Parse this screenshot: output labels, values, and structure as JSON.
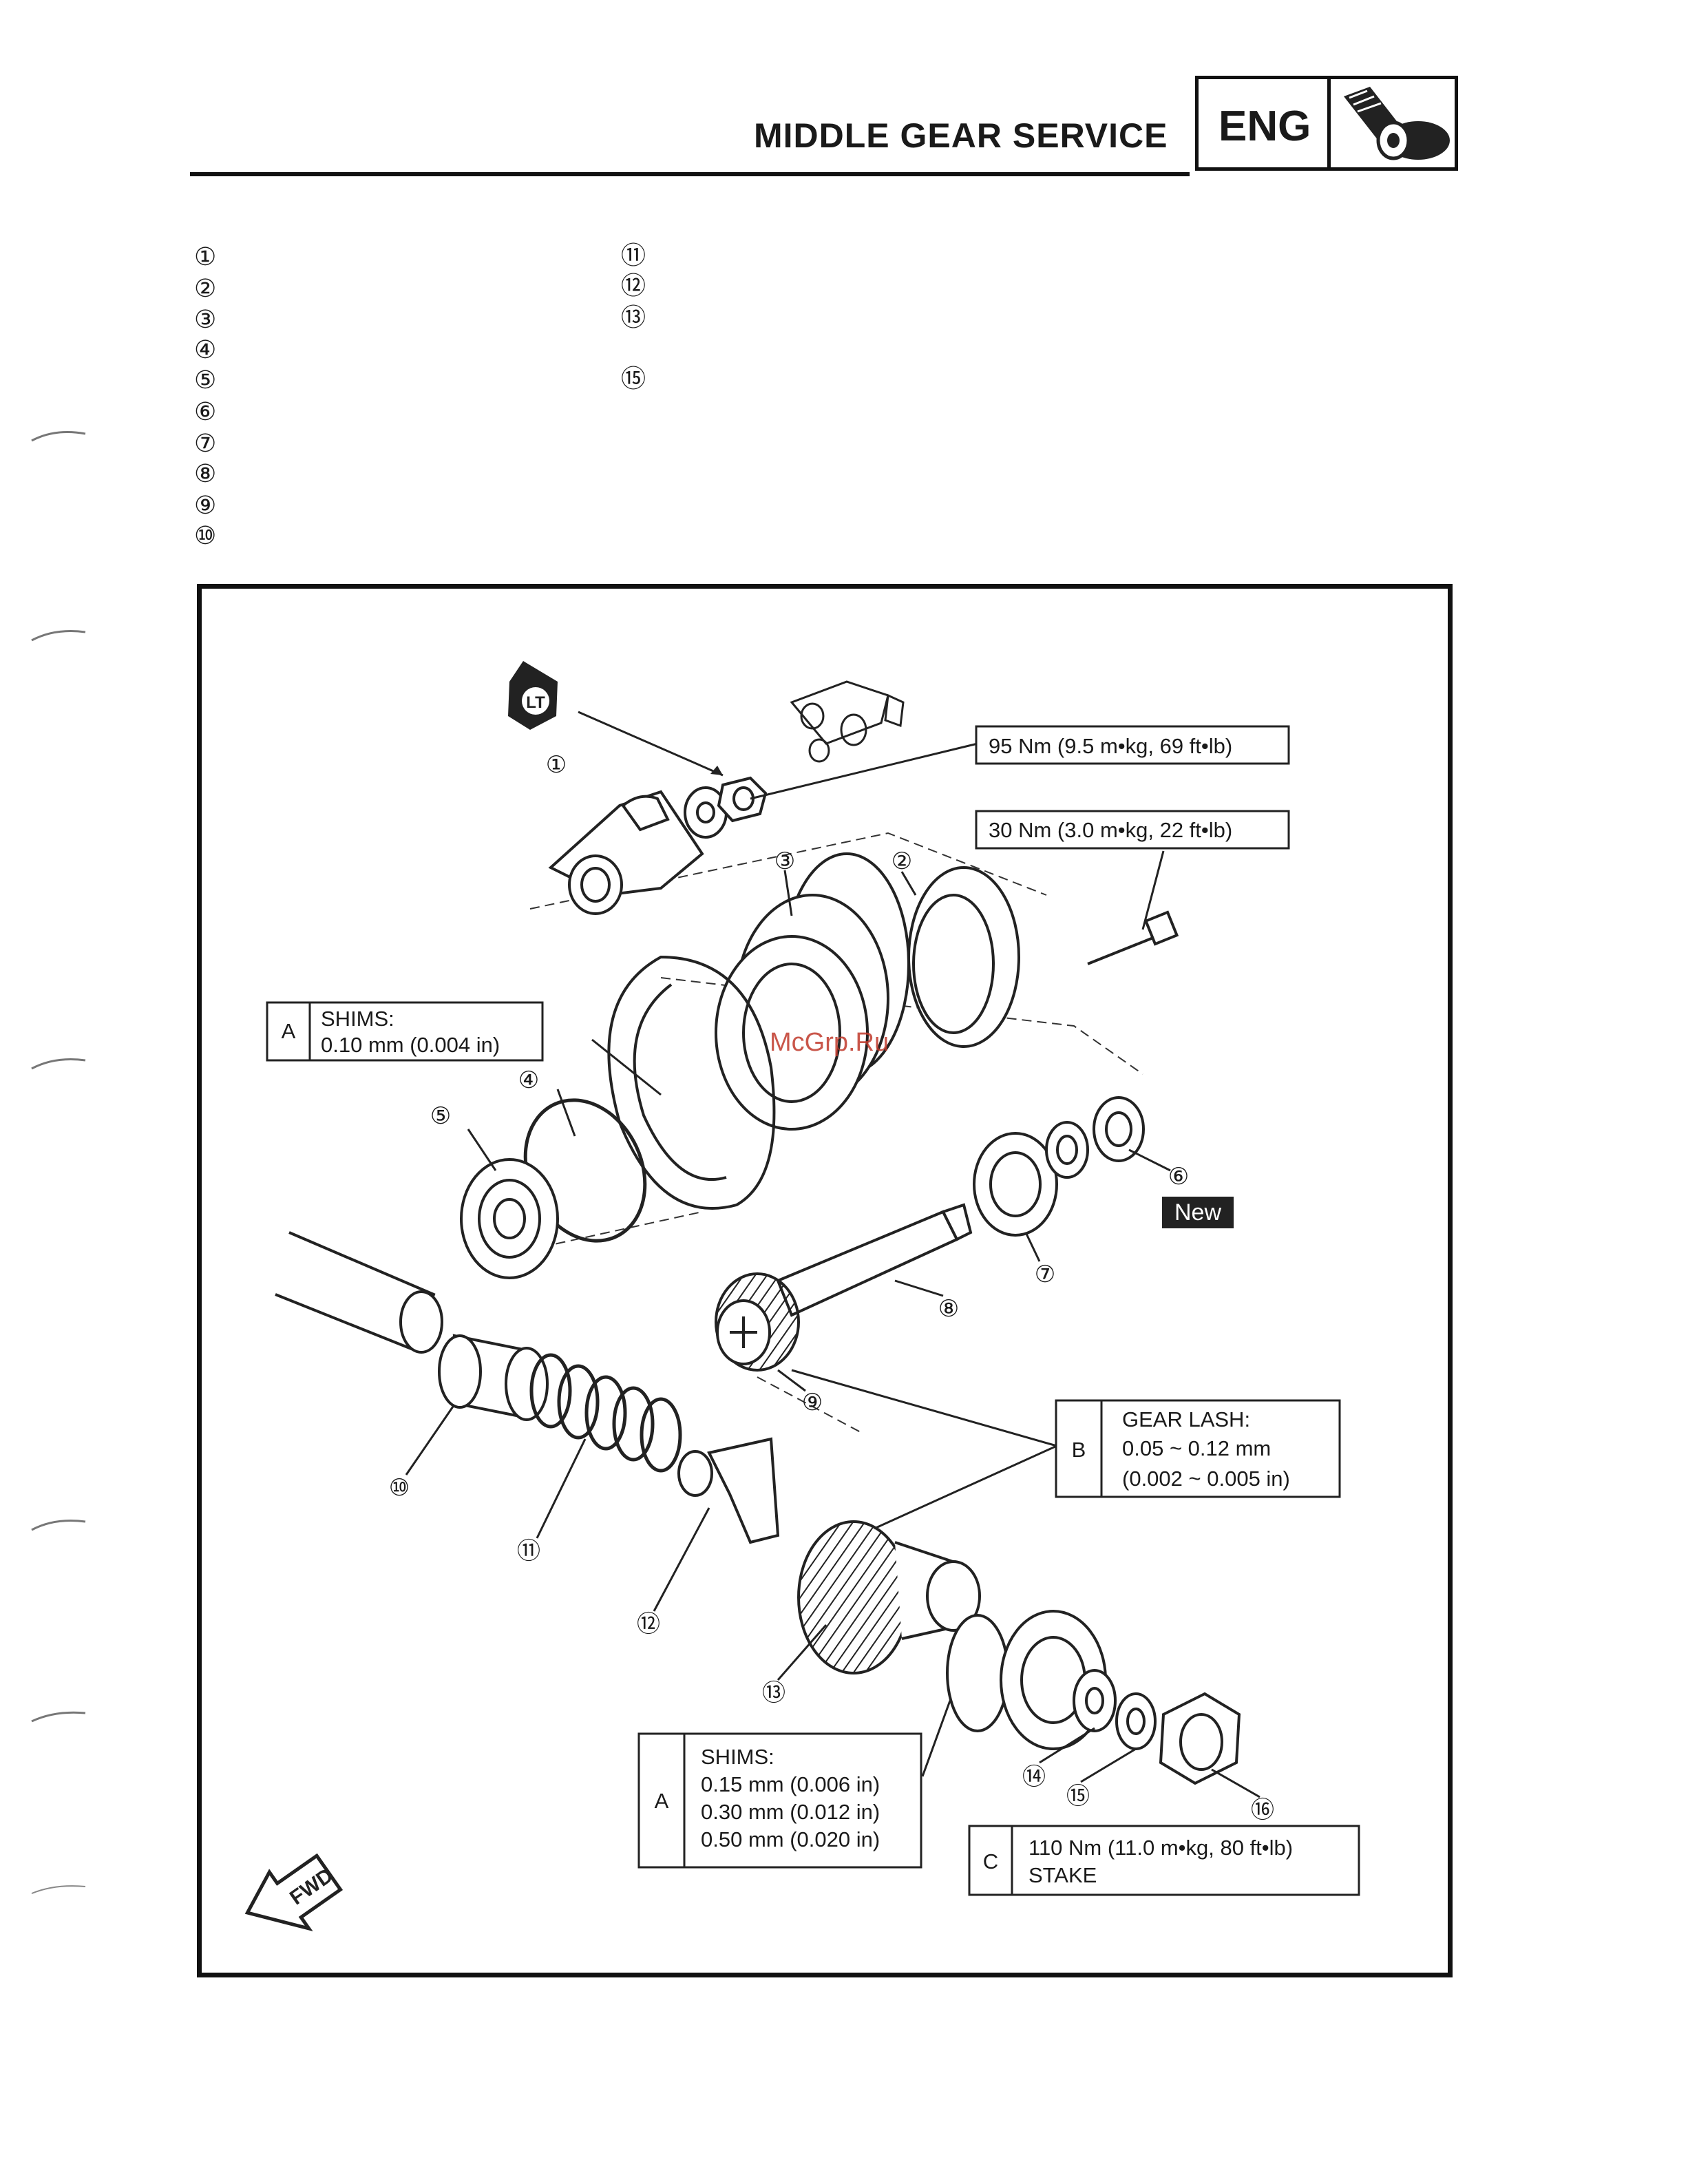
{
  "header": {
    "title": "MIDDLE GEAR SERVICE",
    "badge": "ENG",
    "badge_icon": "drive-shaft-icon"
  },
  "legend": {
    "left": [
      "①",
      "②",
      "③",
      "④",
      "⑤",
      "⑥",
      "⑦",
      "⑧",
      "⑨",
      "⑩"
    ],
    "right": [
      "⑪",
      "⑫",
      "⑬",
      "⑮"
    ]
  },
  "diagram": {
    "lt_badge": "LT",
    "torque_95": "95 Nm (9.5 m•kg, 69 ft•lb)",
    "torque_30": "30 Nm (3.0 m•kg, 22 ft•lb)",
    "shims_a_letter": "A",
    "shims_a_title": "SHIMS:",
    "shims_a_value": "0.10 mm (0.004 in)",
    "gear_lash_letter": "B",
    "gear_lash_title": "GEAR LASH:",
    "gear_lash_mm": "0.05 ~ 0.12 mm",
    "gear_lash_in": "(0.002 ~ 0.005 in)",
    "shims_b_letter": "A",
    "shims_b_title": "SHIMS:",
    "shims_b_v1": "0.15 mm (0.006 in)",
    "shims_b_v2": "0.30 mm (0.012 in)",
    "shims_b_v3": "0.50 mm (0.020 in)",
    "torque_c_letter": "C",
    "torque_c_value": "110 Nm (11.0 m•kg, 80 ft•lb)",
    "torque_c_note": "STAKE",
    "new_badge": "New",
    "fwd": "FWD",
    "watermark": "McGrp.Ru",
    "callouts": [
      "①",
      "②",
      "③",
      "④",
      "⑤",
      "⑥",
      "⑦",
      "⑧",
      "⑨",
      "⑩",
      "⑪",
      "⑫",
      "⑬",
      "⑭",
      "⑮",
      "⑯"
    ]
  }
}
